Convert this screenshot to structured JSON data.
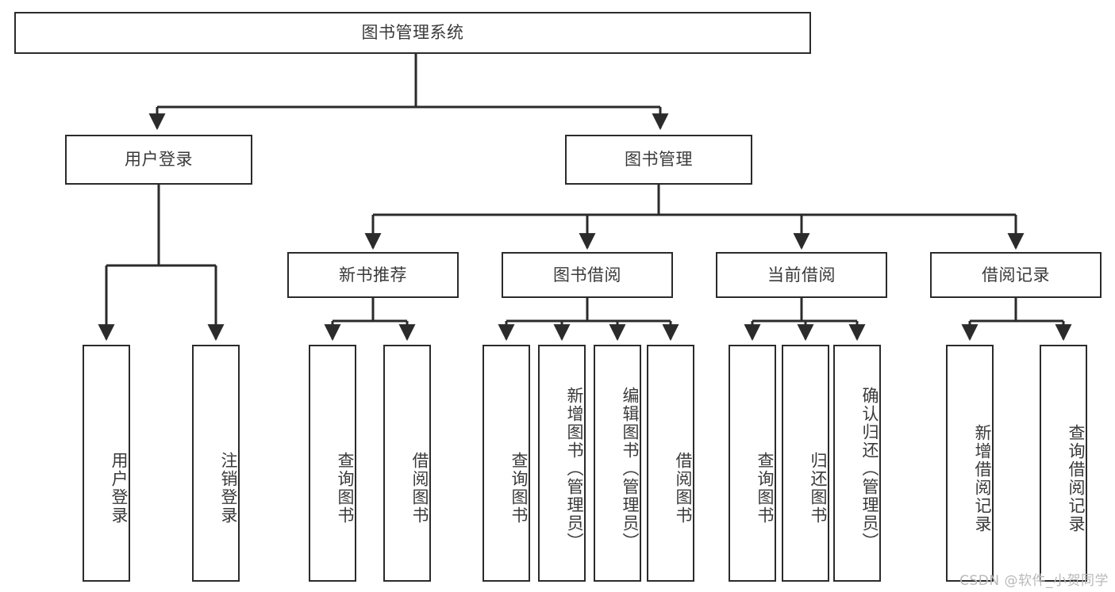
{
  "diagram": {
    "type": "tree",
    "title_node": "图书管理系统",
    "watermark": "CSDN @软件_小贺同学",
    "colors": {
      "stroke": "#2b2b2b",
      "text": "#3a3a3a",
      "background": "#ffffff",
      "watermark": "#b9b9b9"
    },
    "levels": {
      "level1": [
        {
          "id": "root",
          "label": "图书管理系统"
        }
      ],
      "level2": [
        {
          "id": "user-login",
          "label": "用户登录"
        },
        {
          "id": "book-manage",
          "label": "图书管理"
        }
      ],
      "level3": [
        {
          "id": "new-book-rec",
          "label": "新书推荐"
        },
        {
          "id": "book-borrow",
          "label": "图书借阅"
        },
        {
          "id": "current-borrow",
          "label": "当前借阅"
        },
        {
          "id": "borrow-record",
          "label": "借阅记录"
        }
      ],
      "level4": [
        {
          "id": "leaf-user-login",
          "label": "用户登录",
          "parent": "user-login"
        },
        {
          "id": "leaf-logout",
          "label": "注销登录",
          "parent": "user-login"
        },
        {
          "id": "leaf-query-book-1",
          "label": "查询图书",
          "parent": "new-book-rec"
        },
        {
          "id": "leaf-borrow-book-1",
          "label": "借阅图书",
          "parent": "new-book-rec"
        },
        {
          "id": "leaf-query-book-2",
          "label": "查询图书",
          "parent": "book-borrow"
        },
        {
          "id": "leaf-add-book",
          "label": "新增图书（管理员）",
          "parent": "book-borrow"
        },
        {
          "id": "leaf-edit-book",
          "label": "编辑图书（管理员）",
          "parent": "book-borrow"
        },
        {
          "id": "leaf-borrow-book-2",
          "label": "借阅图书",
          "parent": "book-borrow"
        },
        {
          "id": "leaf-query-book-3",
          "label": "查询图书",
          "parent": "current-borrow"
        },
        {
          "id": "leaf-return-book",
          "label": "归还图书",
          "parent": "current-borrow"
        },
        {
          "id": "leaf-confirm-return",
          "label": "确认归还（管理员）",
          "parent": "current-borrow"
        },
        {
          "id": "leaf-add-record",
          "label": "新增借阅记录",
          "parent": "borrow-record"
        },
        {
          "id": "leaf-query-record",
          "label": "查询借阅记录",
          "parent": "borrow-record"
        }
      ]
    }
  }
}
